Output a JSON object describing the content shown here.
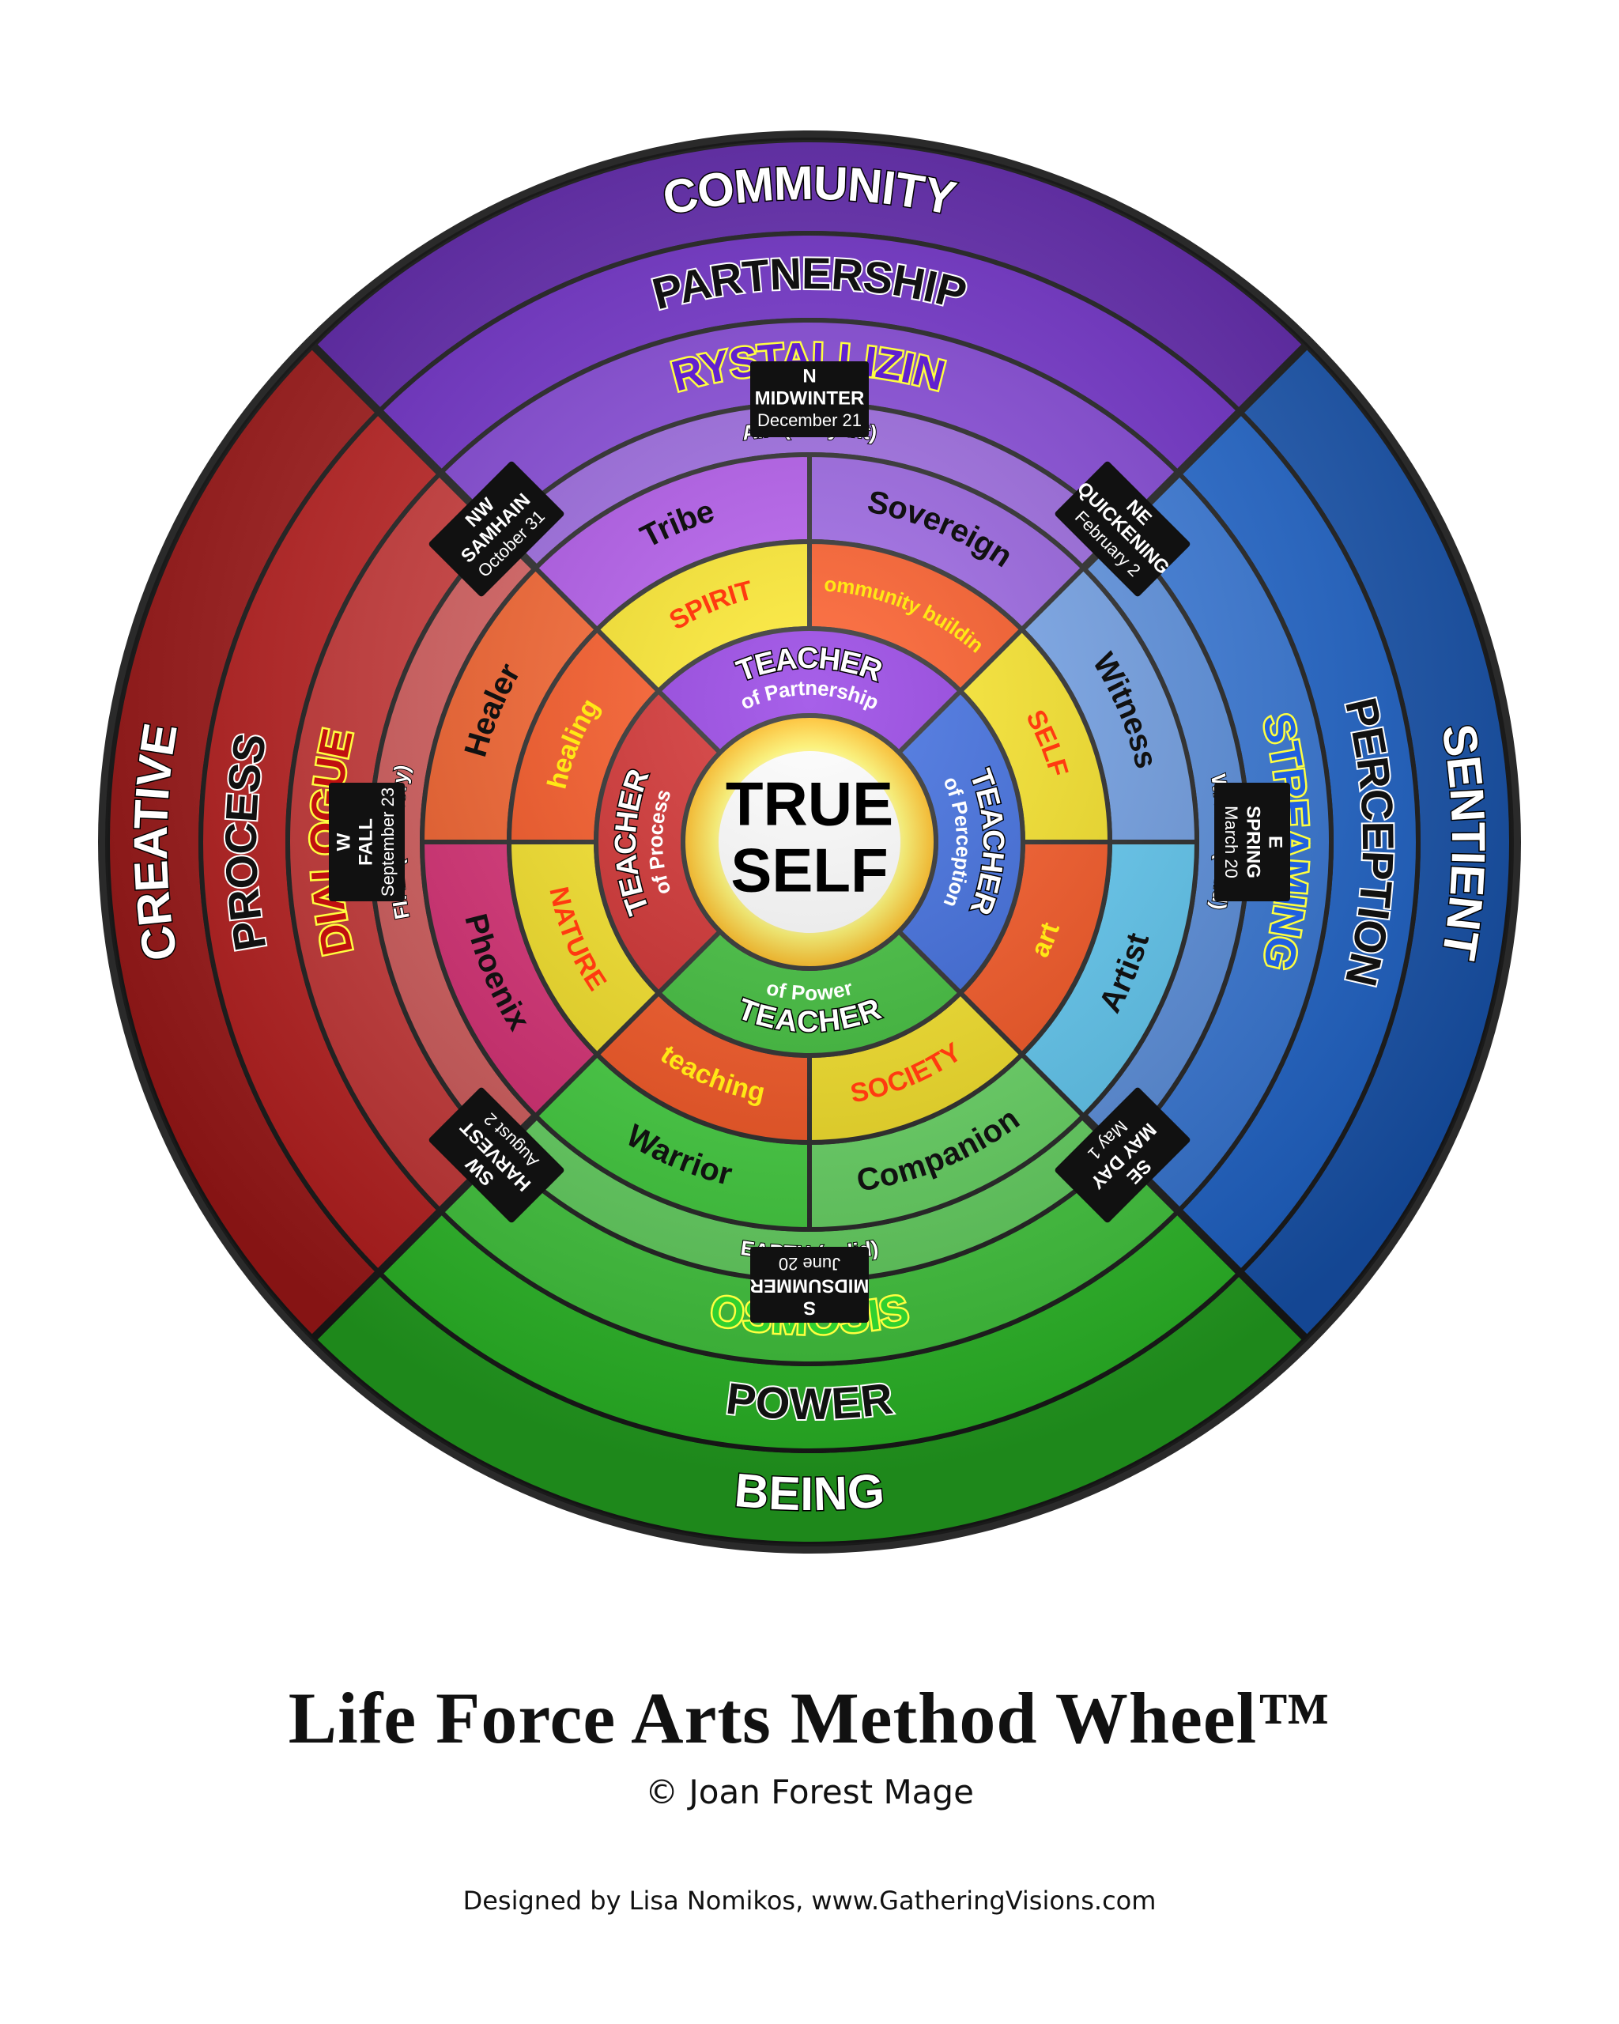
{
  "colors": {
    "north": "#7a2ee0",
    "east": "#1f6fe6",
    "south": "#2fd62a",
    "west": "#d32020",
    "background": "#ffffff",
    "rim": "#111111"
  },
  "outer_rings": [
    {
      "north": "COMMUNITY",
      "east": "SENTIENT",
      "south": "BEING",
      "west": "CREATIVE"
    },
    {
      "north": "PARTNERSHIP",
      "east": "PERCEPTION",
      "south": "POWER",
      "west": "PROCESS"
    },
    {
      "north": "CRYSTALLIZING",
      "east": "STREAMING",
      "south": "OSMOSIS",
      "west": "DIALOGUE"
    }
  ],
  "directions": [
    {
      "id": "n",
      "lines": [
        "N",
        "MIDWINTER",
        "December 21"
      ]
    },
    {
      "id": "ne",
      "lines": [
        "NE",
        "QUICKENING",
        "February 2"
      ]
    },
    {
      "id": "e",
      "lines": [
        "E",
        "SPRING",
        "March 20"
      ]
    },
    {
      "id": "se",
      "lines": [
        "SE",
        "MAY DAY",
        "May 1"
      ]
    },
    {
      "id": "s",
      "lines": [
        "S",
        "MIDSUMMER",
        "June 20"
      ]
    },
    {
      "id": "sw",
      "lines": [
        "SW",
        "HARVEST",
        "August 2"
      ]
    },
    {
      "id": "w",
      "lines": [
        "W",
        "FALL",
        "September 23"
      ]
    },
    {
      "id": "nw",
      "lines": [
        "NW",
        "SAMHAIN",
        "October 31"
      ]
    }
  ],
  "elements": {
    "north": "AIR (buoyant)",
    "east": "WATER (fluid)",
    "south": "EARTH (solid)",
    "west": "FIRE (vibratory)"
  },
  "archetypes": [
    "Sovereign",
    "Witness",
    "Artist",
    "Companion",
    "Warrior",
    "Phoenix",
    "Healer",
    "Tribe"
  ],
  "gifts": [
    "community building",
    "SELF",
    "art",
    "SOCIETY",
    "teaching",
    "NATURE",
    "healing",
    "SPIRIT"
  ],
  "teachers": [
    {
      "title": "TEACHER",
      "sub": "of Partnership"
    },
    {
      "title": "TEACHER",
      "sub": "of Perception"
    },
    {
      "title": "TEACHER",
      "sub": "of Power"
    },
    {
      "title": "TEACHER",
      "sub": "of Process"
    }
  ],
  "center": {
    "line1": "TRUE",
    "line2": "SELF"
  },
  "caption": {
    "title": "Life Force Arts Method Wheel™",
    "copyright": "© Joan Forest Mage",
    "credit": "Designed by Lisa Nomikos, www.GatheringVisions.com"
  }
}
